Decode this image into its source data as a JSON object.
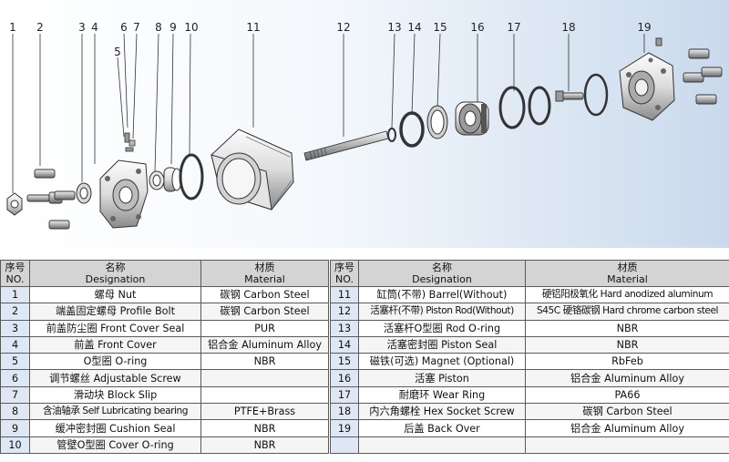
{
  "callouts": [
    "1",
    "2",
    "3",
    "4",
    "5",
    "6",
    "7",
    "8",
    "9",
    "10",
    "11",
    "12",
    "13",
    "14",
    "15",
    "16",
    "17",
    "18",
    "19"
  ],
  "table_header": {
    "no_cn": "序号",
    "no_en": "NO.",
    "name_cn": "名称",
    "name_en": "Designation",
    "mat_cn": "材质",
    "mat_en": "Material"
  },
  "left_rows": [
    {
      "no": "1",
      "name": "螺母 Nut",
      "material": "碳钢 Carbon Steel"
    },
    {
      "no": "2",
      "name": "端盖固定螺母 Profile Bolt",
      "material": "碳钢 Carbon Steel"
    },
    {
      "no": "3",
      "name": "前盖防尘圈 Front Cover Seal",
      "material": "PUR"
    },
    {
      "no": "4",
      "name": "前盖 Front Cover",
      "material": "铝合金 Aluminum Alloy"
    },
    {
      "no": "5",
      "name": "O型圈 O-ring",
      "material": "NBR"
    },
    {
      "no": "6",
      "name": "调节螺丝 Adjustable Screw",
      "material": ""
    },
    {
      "no": "7",
      "name": "滑动块 Block Slip",
      "material": ""
    },
    {
      "no": "8",
      "name": "含油轴承 Self Lubricating bearing",
      "material": "PTFE+Brass"
    },
    {
      "no": "9",
      "name": "缓冲密封圈 Cushion Seal",
      "material": "NBR"
    },
    {
      "no": "10",
      "name": "管壁O型圈 Cover O-ring",
      "material": "NBR"
    }
  ],
  "right_rows": [
    {
      "no": "11",
      "name": "缸筒(不带) Barrel(Without)",
      "material": "硬铝阳极氧化 Hard anodized aluminum"
    },
    {
      "no": "12",
      "name": "活塞杆(不带) Piston Rod(Without)",
      "material": "S45C 硬铬碳钢 Hard chrome carbon steel"
    },
    {
      "no": "13",
      "name": "活塞杆O型圈 Rod O-ring",
      "material": "NBR"
    },
    {
      "no": "14",
      "name": "活塞密封圈 Piston Seal",
      "material": "NBR"
    },
    {
      "no": "15",
      "name": "磁铁(可选) Magnet (Optional)",
      "material": "RbFeb"
    },
    {
      "no": "16",
      "name": "活塞 Piston",
      "material": "铝合金 Aluminum Alloy"
    },
    {
      "no": "17",
      "name": "耐磨环 Wear Ring",
      "material": "PA66"
    },
    {
      "no": "18",
      "name": "内六角螺栓 Hex Socket Screw",
      "material": "碳钢 Carbon Steel"
    },
    {
      "no": "19",
      "name": "后盖 Back Over",
      "material": "铝合金 Aluminum Alloy"
    },
    {
      "no": "",
      "name": "",
      "material": ""
    }
  ]
}
